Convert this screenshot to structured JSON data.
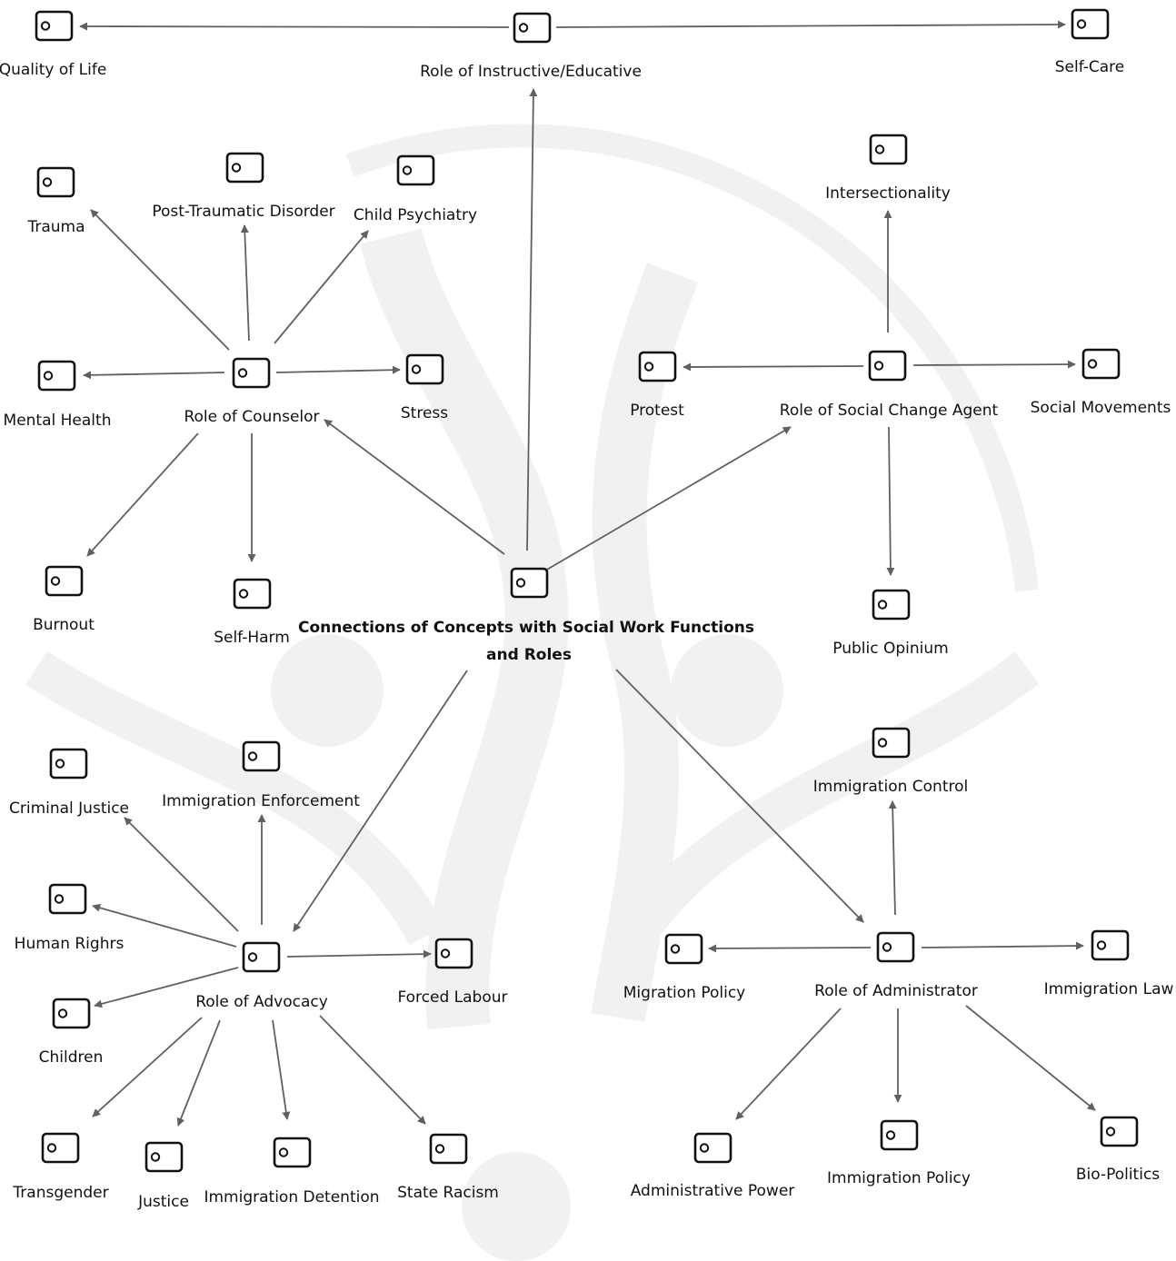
{
  "diagram": {
    "center": "Connections of Concepts with Social Work Functions and Roles",
    "roles": {
      "instructive": "Role of Instructive/Educative",
      "counselor": "Role of Counselor",
      "social_change": "Role of Social Change Agent",
      "advocacy": "Role of Advocacy",
      "administrator": "Role of Administrator"
    },
    "concepts": {
      "quality_of_life": "Quality of Life",
      "self_care": "Self-Care",
      "trauma": "Trauma",
      "ptsd": "Post-Traumatic Disorder",
      "child_psychiatry": "Child Psychiatry",
      "mental_health": "Mental Health",
      "stress": "Stress",
      "burnout": "Burnout",
      "self_harm": "Self-Harm",
      "intersectionality": "Intersectionality",
      "protest": "Protest",
      "social_movements": "Social Movements",
      "public_opinium": "Public Opinium",
      "criminal_justice": "Criminal Justice",
      "immigration_enforcement": "Immigration Enforcement",
      "human_rights": "Human Righrs",
      "forced_labour": "Forced Labour",
      "children": "Children",
      "transgender": "Transgender",
      "justice": "Justice",
      "immigration_detention": "Immigration Detention",
      "state_racism": "State Racism",
      "immigration_control": "Immigration Control",
      "migration_policy": "Migration Policy",
      "immigration_law": "Immigration Law",
      "administrative_power": "Administrative Power",
      "immigration_policy": "Immigration Policy",
      "bio_politics": "Bio-Politics"
    }
  },
  "colors": {
    "edge": "#606060",
    "node_stroke": "#111111",
    "watermark": "#f1f1f1"
  },
  "icons": {
    "node": "node-icon",
    "watermark": "logo-watermark"
  }
}
